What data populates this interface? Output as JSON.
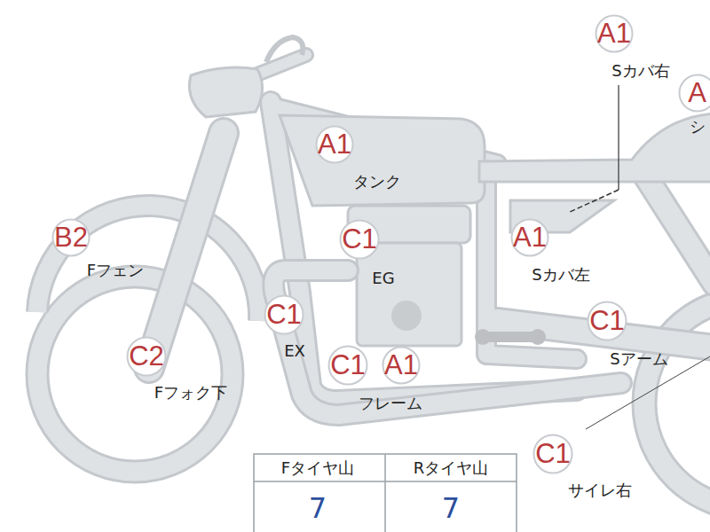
{
  "diagram": {
    "nodes": [
      {
        "text": [
          "A1"
        ]
      },
      {
        "text": [
          "A"
        ]
      },
      {
        "text": [
          "A1"
        ]
      },
      {
        "text": [
          "B2"
        ]
      },
      {
        "text": [
          "C1"
        ]
      },
      {
        "text": [
          "A1"
        ]
      },
      {
        "text": [
          "C1"
        ]
      },
      {
        "text": [
          "C1"
        ]
      },
      {
        "text": [
          "C2"
        ]
      },
      {
        "text": [
          "C1"
        ]
      },
      {
        "text": [
          "A1"
        ]
      },
      {
        "text": [
          "C1"
        ]
      }
    ],
    "labels": [
      "Sカバ右",
      "シ",
      "タンク",
      "Fフェン",
      "EG",
      "Sカバ左",
      "EX",
      "Sアーム",
      "Fフォク下",
      "フレーム",
      "サイレ右",
      "Fタイヤ山",
      "Rタイヤ山",
      "7",
      "7"
    ]
  }
}
